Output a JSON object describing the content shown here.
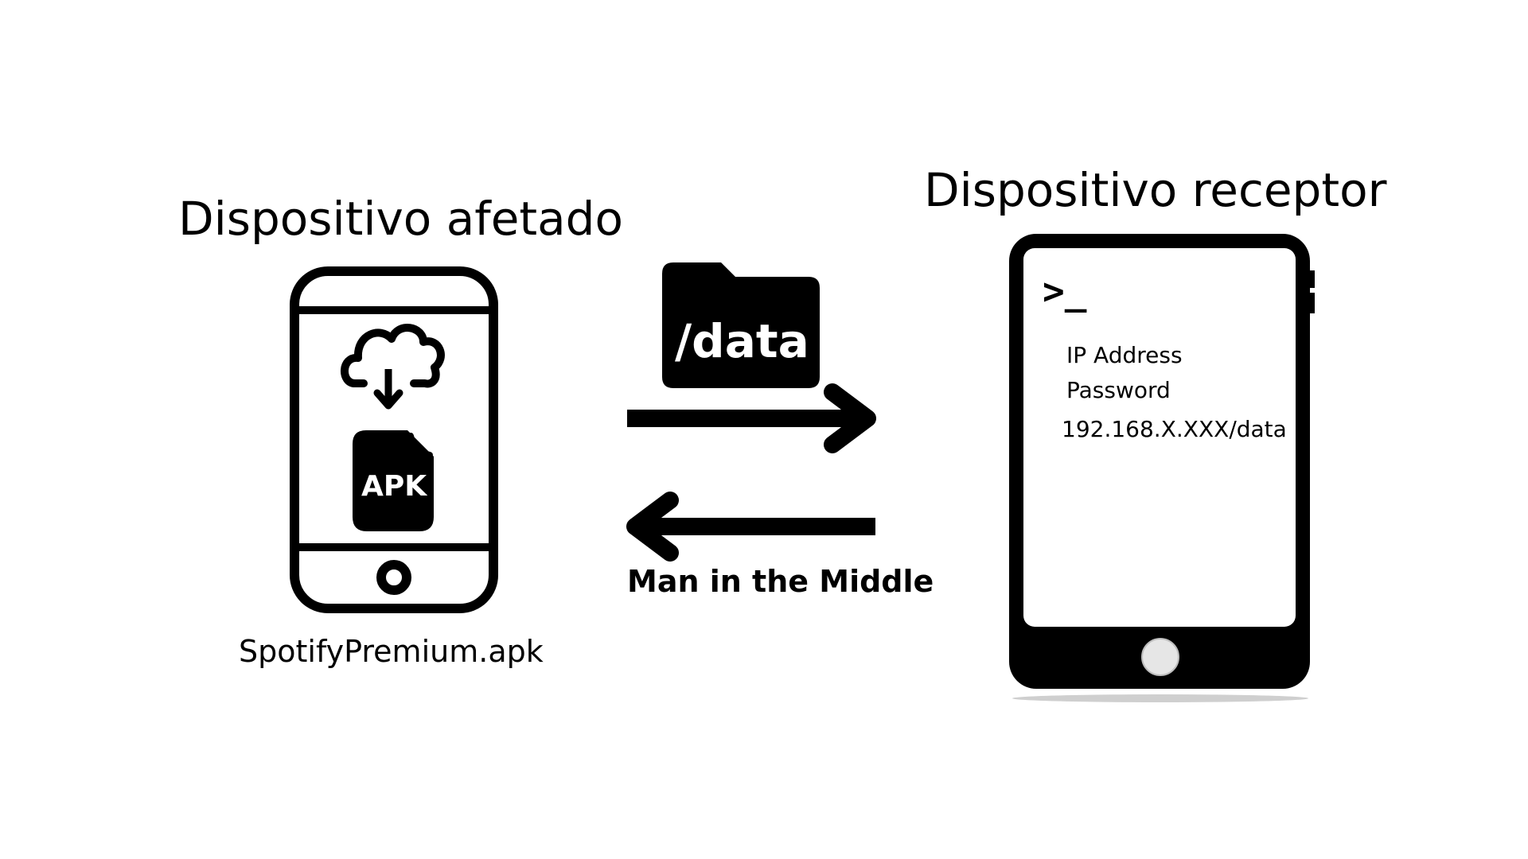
{
  "left_device": {
    "title": "Dispositivo afetado",
    "file_badge": "APK",
    "file_name": "SpotifyPremium.apk",
    "icons": [
      "smartphone-icon",
      "cloud-download-icon",
      "apk-file-icon"
    ]
  },
  "middle": {
    "folder_label": "/data",
    "attack_label": "Man in the Middle",
    "icons": [
      "folder-icon",
      "arrow-right-icon",
      "arrow-left-icon"
    ]
  },
  "right_device": {
    "title": "Dispositivo receptor",
    "prompt": ">_",
    "lines": [
      "IP Address",
      "Password",
      "192.168.X.XXX/data"
    ],
    "icons": [
      "tablet-icon",
      "terminal-prompt-icon"
    ]
  },
  "colors": {
    "ink": "#000000",
    "background": "#ffffff",
    "home_button": "#e6e6e6",
    "shadow": "#cfcfcf"
  }
}
